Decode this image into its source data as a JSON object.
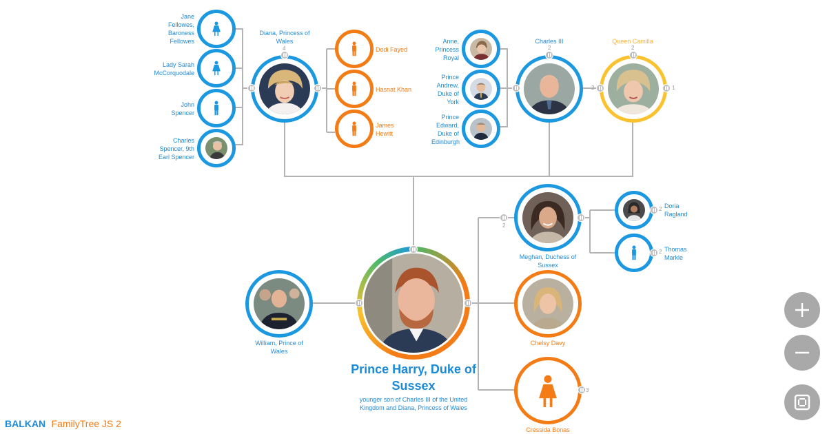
{
  "people": {
    "jane": {
      "name": "Jane Fellowes, Baroness Fellowes"
    },
    "lady_sarah": {
      "name": "Lady Sarah McCorquodale"
    },
    "john": {
      "name": "John Spencer"
    },
    "charles_spencer": {
      "name": "Charles Spencer, 9th Earl Spencer"
    },
    "diana": {
      "name": "Diana, Princess of Wales",
      "count": "4"
    },
    "dodi": {
      "name": "Dodi Fayed"
    },
    "hasnat": {
      "name": "Hasnat Khan"
    },
    "james": {
      "name": "James Hewitt"
    },
    "anne": {
      "name": "Anne, Princess Royal"
    },
    "andrew": {
      "name": "Prince Andrew, Duke of York"
    },
    "edward": {
      "name": "Prince Edward, Duke of Edinburgh"
    },
    "charles": {
      "name": "Charles III",
      "count": "2"
    },
    "camilla": {
      "name": "Queen Camilla",
      "count_top": "2",
      "count_left": "2",
      "count_right": "1"
    },
    "harry": {
      "name": "Prince Harry, Duke of Sussex",
      "desc": "younger son of Charles III of the United Kingdom and Diana, Princess of Wales"
    },
    "william": {
      "name": "William, Prince of Wales"
    },
    "meghan": {
      "name": "Meghan, Duchess of Sussex",
      "count": "2"
    },
    "doria": {
      "name": "Doria Ragland",
      "count": "2"
    },
    "thomas": {
      "name": "Thomas Markle",
      "count": "2"
    },
    "chelsy": {
      "name": "Chelsy Davy"
    },
    "cressida": {
      "name": "Cressida Bonas",
      "count": "3"
    }
  },
  "colors": {
    "male": "#1c98e0",
    "female": "#f37c16",
    "queen": "#f9c22e",
    "link": "#b3b3b3"
  },
  "controls": {
    "zoom_in_icon": "plus-icon",
    "zoom_out_icon": "minus-icon",
    "fit_icon": "fit-screen-icon"
  },
  "brand": {
    "part1": "BALKAN",
    "part2": "FamilyTree JS 2"
  }
}
